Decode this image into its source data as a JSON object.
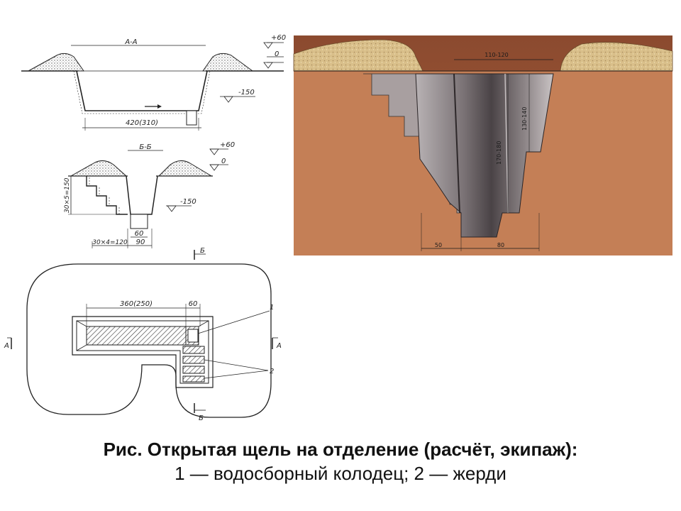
{
  "section_aa": {
    "label": "А-А",
    "elev_top": "+60",
    "elev_zero": "0",
    "elev_bottom": "-150",
    "width": "420(310)"
  },
  "section_bb": {
    "label": "Б-Б",
    "elev_top": "+60",
    "elev_zero": "0",
    "elev_bottom": "-150",
    "steps_height": "30×5=150",
    "steps_length": "30×4=120",
    "dim_60": "60",
    "dim_90": "90"
  },
  "plan": {
    "cut_b_top": "Б",
    "cut_b_bottom": "Б",
    "cut_a_left": "А",
    "cut_a_right": "А",
    "length": "360(250)",
    "width": "60",
    "callout_1": "1",
    "callout_2": "2"
  },
  "photo": {
    "dim_top": "110-120",
    "dim_depth_1": "170-180",
    "dim_depth_2": "130-140",
    "dim_bottom_left": "50",
    "dim_bottom_right": "80"
  },
  "caption": {
    "title": "Рис. Открытая щель на отделение (расчёт, экипаж):",
    "legend": "1 — водосборный колодец; 2 — жерди"
  }
}
